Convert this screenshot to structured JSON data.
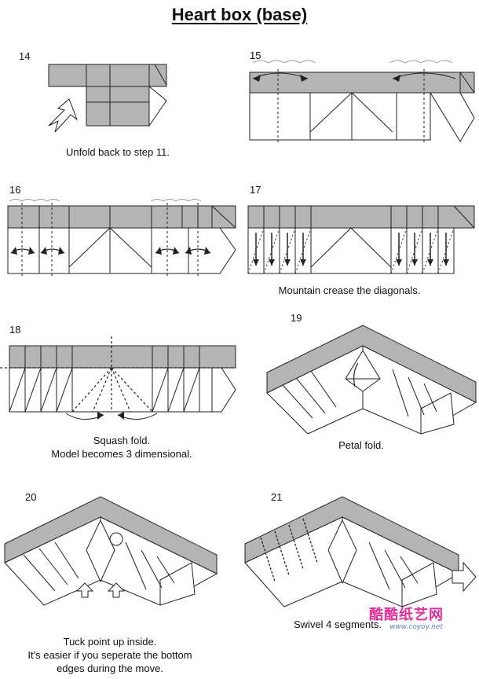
{
  "title": "Heart box (base)",
  "steps": [
    {
      "num": "14",
      "caption": [
        "Unfold back to step 11."
      ]
    },
    {
      "num": "15",
      "caption": []
    },
    {
      "num": "16",
      "caption": []
    },
    {
      "num": "17",
      "caption": [
        "Mountain crease the diagonals."
      ]
    },
    {
      "num": "18",
      "caption": [
        "Squash fold.",
        "Model becomes 3 dimensional."
      ]
    },
    {
      "num": "19",
      "caption": [
        "Petal fold."
      ]
    },
    {
      "num": "20",
      "caption": [
        "Tuck point up inside.",
        "It's easier if you seperate the bottom",
        "edges during the move."
      ]
    },
    {
      "num": "21",
      "caption": [
        "Swivel 4 segments."
      ]
    }
  ],
  "watermark": {
    "text": "酷酷纸艺网",
    "url": "www.coyoy.net"
  },
  "colors": {
    "fold_gray": "#b4b4b4",
    "paper": "#ffffff",
    "line": "#222222"
  }
}
